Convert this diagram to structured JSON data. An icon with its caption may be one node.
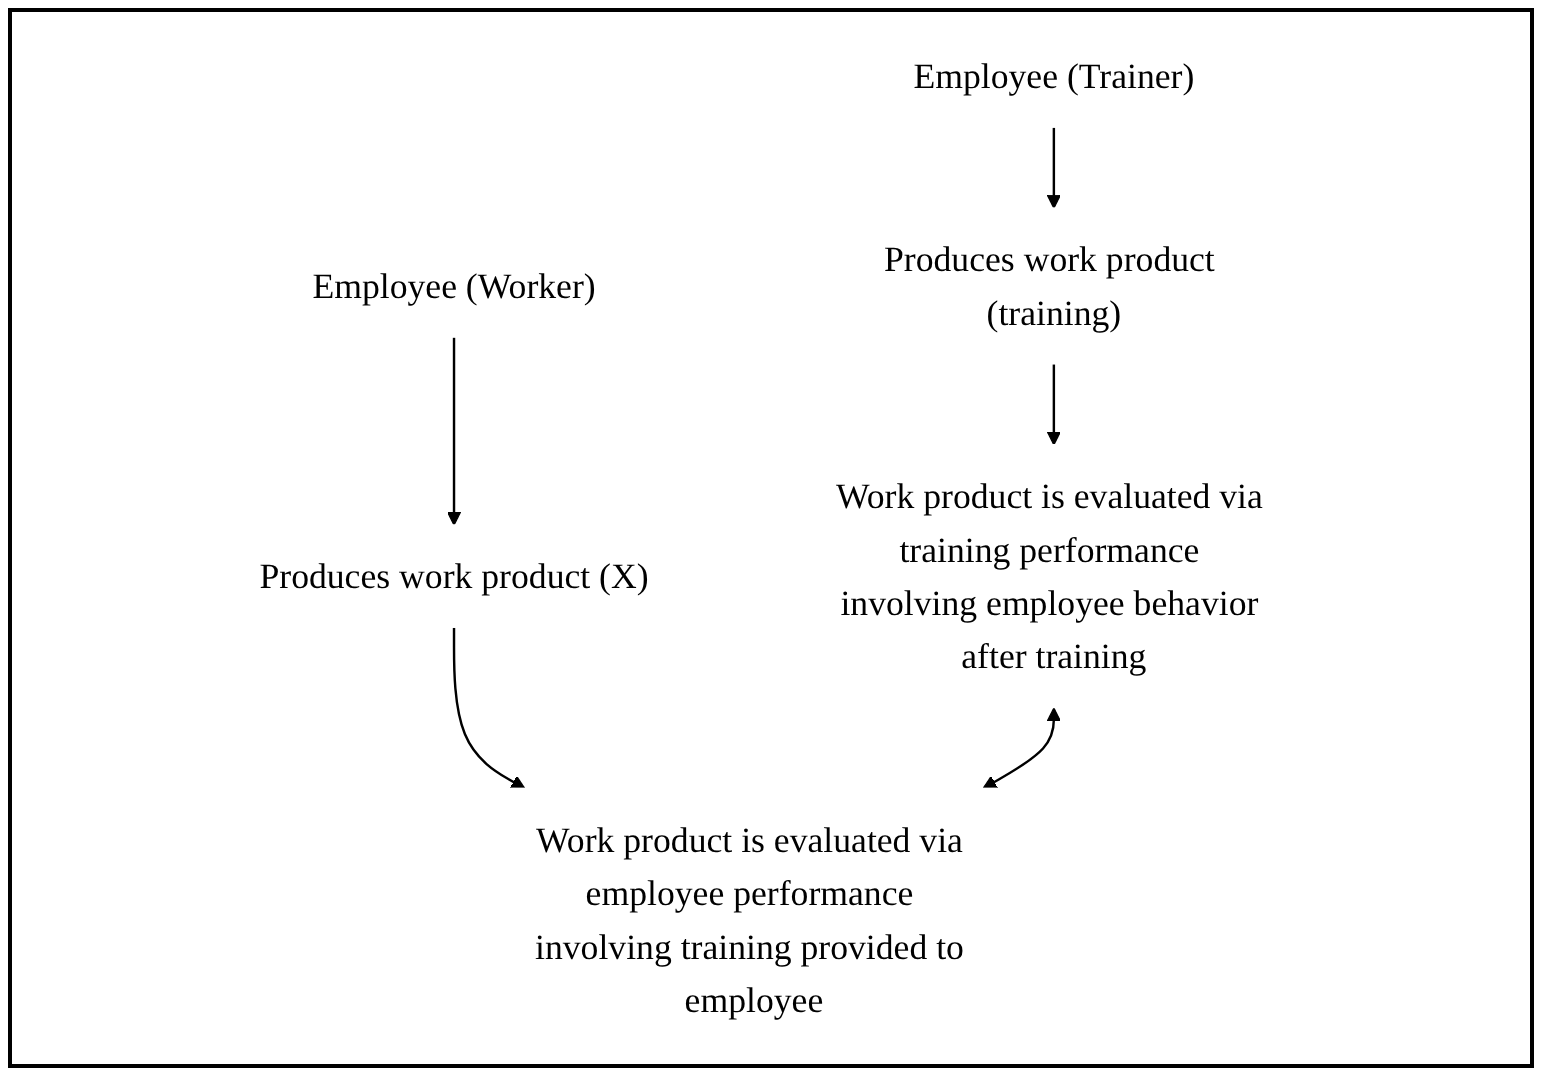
{
  "diagram": {
    "nodes": [
      {
        "text": [
          "Employee (Trainer)"
        ]
      },
      {
        "text": [
          "Produces work product (training)"
        ]
      },
      {
        "text": [
          "Work product is evaluated via training performance involving employee behavior after training"
        ]
      },
      {
        "text": [
          "Employee (Worker)"
        ]
      },
      {
        "text": [
          "Produces work product (X)"
        ]
      },
      {
        "text": [
          "Work product is evaluated via employee performance involving training provided to employee"
        ]
      }
    ],
    "edges": [
      {
        "from": 0,
        "to": 1,
        "arrow": "to"
      },
      {
        "from": 1,
        "to": 2,
        "arrow": "to"
      },
      {
        "from": 3,
        "to": 4,
        "arrow": "to"
      },
      {
        "from": 4,
        "to": 5,
        "arrow": "to"
      },
      {
        "from": 2,
        "to": 5,
        "arrow": "both"
      }
    ]
  }
}
